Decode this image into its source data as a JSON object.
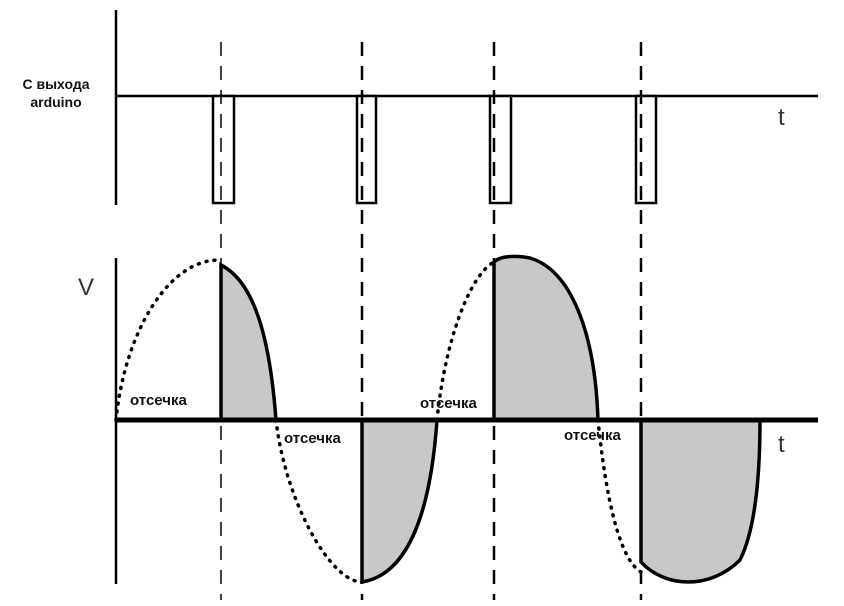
{
  "top_signal": {
    "label_line1": "С выхода",
    "label_line2": "arduino",
    "time_axis_label": "t"
  },
  "bottom_signal": {
    "voltage_axis_label": "V",
    "time_axis_label": "t",
    "cutoff_label": "отсечка"
  },
  "colors": {
    "line": "#000000",
    "fill": "#c8c8c8",
    "background": "#ffffff"
  }
}
